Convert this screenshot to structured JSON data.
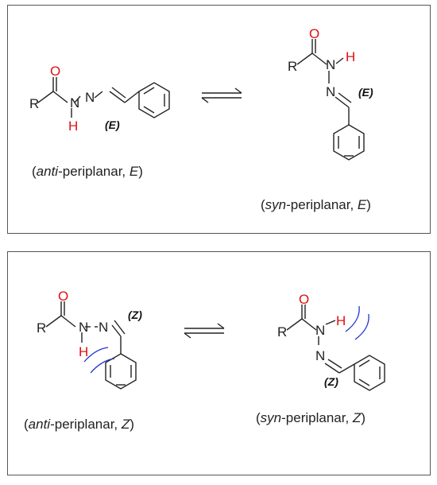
{
  "atoms": {
    "oxygen": "O",
    "hydrogen": "H",
    "nitrogen": "N",
    "r_group": "R"
  },
  "isomer": {
    "E": "E",
    "Z": "Z",
    "paren_open": "(",
    "paren_close": ")"
  },
  "captions": {
    "anti_E": {
      "pre": "(",
      "italic": "anti",
      "mid": "-periplanar, ",
      "iso": "E",
      "post": ")"
    },
    "syn_E": {
      "pre": "(",
      "italic": "syn",
      "mid": "-periplanar, ",
      "iso": "E",
      "post": ")"
    },
    "anti_Z": {
      "pre": "(",
      "italic": "anti",
      "mid": "-periplanar, ",
      "iso": "Z",
      "post": ")"
    },
    "syn_Z": {
      "pre": "(",
      "italic": "syn",
      "mid": "-periplanar, ",
      "iso": "Z",
      "post": ")"
    }
  },
  "colors": {
    "heteroatom_highlight": "#e01010",
    "steric_clash": "#2233cc",
    "frame": "#555555"
  }
}
